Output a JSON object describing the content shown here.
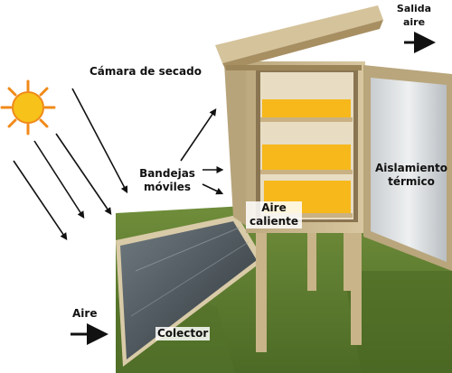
{
  "labels": {
    "chamber": "Cámara de secado",
    "exit_line1": "Salida",
    "exit_line2": "aire",
    "trays_line1": "Bandejas",
    "trays_line2": "móviles",
    "hot_air_line1": "Aire",
    "hot_air_line2": "caliente",
    "insulation_line1": "Aislamiento",
    "insulation_line2": "térmico",
    "air_in": "Aire",
    "collector": "Colector"
  },
  "colors": {
    "sun": "#f7c21a",
    "sun_rays": "#f08a1a",
    "wood": "#cdb98f",
    "grass": "#5d7c2c",
    "fruit": "#f6b81b",
    "arrow": "#111111"
  }
}
